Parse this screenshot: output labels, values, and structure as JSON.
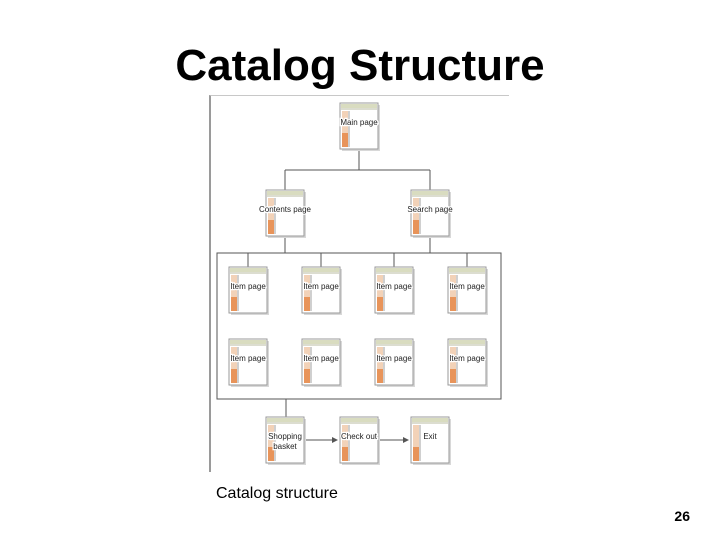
{
  "title": "Catalog Structure",
  "caption": "Catalog structure",
  "page_number": "26",
  "colors": {
    "page_fill": "#ffffff",
    "page_stroke": "#9a9a9a",
    "header_bar": "#d9dcc0",
    "sidebar_top": "#f2d2b8",
    "sidebar_bottom": "#e8945a",
    "connector": "#555555"
  },
  "diagram": {
    "main_page": "Main page",
    "contents_page": "Contents page",
    "search_page": "Search page",
    "item_pages": [
      "Item page",
      "Item page",
      "Item page",
      "Item page",
      "Item page",
      "Item page",
      "Item page",
      "Item page"
    ],
    "shopping_basket": [
      "Shopping",
      "basket"
    ],
    "checkout": "Check out",
    "exit": "Exit"
  }
}
